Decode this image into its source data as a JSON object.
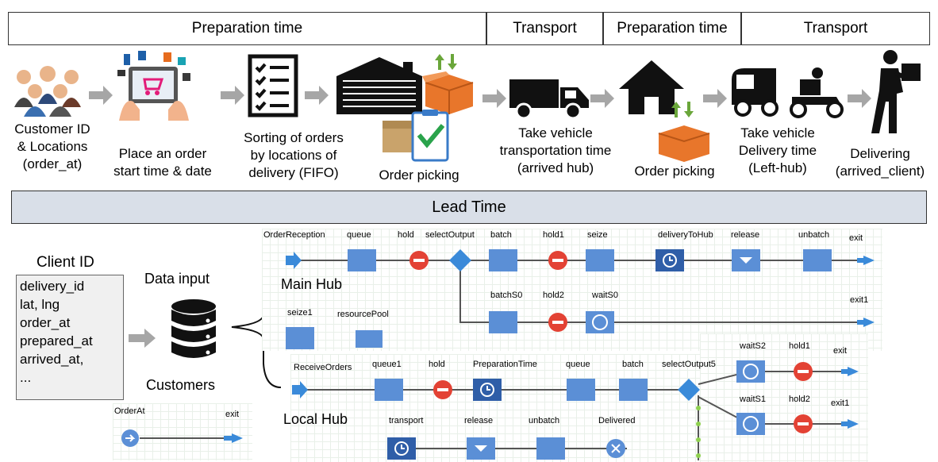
{
  "header": {
    "prep1": "Preparation time",
    "transport1": "Transport",
    "prep2": "Preparation time",
    "transport2": "Transport"
  },
  "steps": {
    "s1": [
      "Customer ID",
      "& Locations",
      "(order_at)"
    ],
    "s2": [
      "Place an order",
      "start time & date"
    ],
    "s3": [
      "Sorting of orders",
      "by locations of",
      "delivery (FIFO)"
    ],
    "s4": [
      "Order picking"
    ],
    "s5": [
      "Take vehicle",
      "transportation time",
      "(arrived hub)"
    ],
    "s6": [
      "Order picking"
    ],
    "s7": [
      "Take vehicle",
      "Delivery time",
      "(Left-hub)"
    ],
    "s8": [
      "Delivering",
      "(arrived_client)"
    ]
  },
  "lead_time": "Lead Time",
  "client": {
    "title": "Client ID",
    "fields": [
      "delivery_id",
      "lat, lng",
      "order_at",
      "prepared_at",
      "arrived_at,",
      "..."
    ],
    "data_input": "Data input",
    "customers": "Customers"
  },
  "model": {
    "main_hub": "Main Hub",
    "local_hub": "Local Hub",
    "labels": {
      "OrderReception": "OrderReception",
      "queue": "queue",
      "hold": "hold",
      "selectOutput": "selectOutput",
      "batch": "batch",
      "hold1": "hold1",
      "seize": "seize",
      "deliveryToHub": "deliveryToHub",
      "release": "release",
      "unbatch": "unbatch",
      "exit": "exit",
      "batchS0": "batchS0",
      "hold2": "hold2",
      "waitS0": "waitS0",
      "exit1": "exit1",
      "seize1": "seize1",
      "resourcePool": "resourcePool",
      "ReceiveOrders": "ReceiveOrders",
      "queue1": "queue1",
      "hold_l": "hold",
      "PreparationTime": "PreparationTime",
      "queue_l": "queue",
      "batch_l": "batch",
      "selectOutput5": "selectOutput5",
      "waitS2": "waitS2",
      "hold1_l": "hold1",
      "exit_l": "exit",
      "waitS1": "waitS1",
      "hold2_l": "hold2",
      "exit1_l": "exit1",
      "transport": "transport",
      "release_l": "release",
      "unbatch_l": "unbatch",
      "Delivered": "Delivered",
      "OrderAt": "OrderAt",
      "exit_o": "exit"
    }
  },
  "colors": {
    "block": "#5b8fd6",
    "block_dark": "#2f5ea8",
    "hold": "#e34234",
    "arrow_gray": "#a6a6a6",
    "lead_bg": "#d9dfe8"
  },
  "icons": [
    "people-icon",
    "tablet-shopping-icon",
    "checklist-icon",
    "warehouse-icon",
    "box-icon",
    "truck-icon",
    "house-icon",
    "delivery-vehicles-icon",
    "courier-icon",
    "database-icon"
  ]
}
